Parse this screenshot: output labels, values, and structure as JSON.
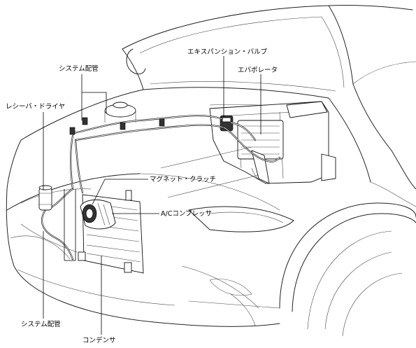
{
  "labels": {
    "system_piping_top": "システム配管",
    "receiver_drier": "レシーバ・ドライヤ",
    "expansion_valve": "エキスパンション・バルブ",
    "evaporator": "エバポレータ",
    "magnet_clutch": "マグネット・クラッチ",
    "ac_compressor": "A/Cコンプレッサ",
    "system_piping_bottom": "システム配管",
    "condenser": "コンデンサ"
  }
}
